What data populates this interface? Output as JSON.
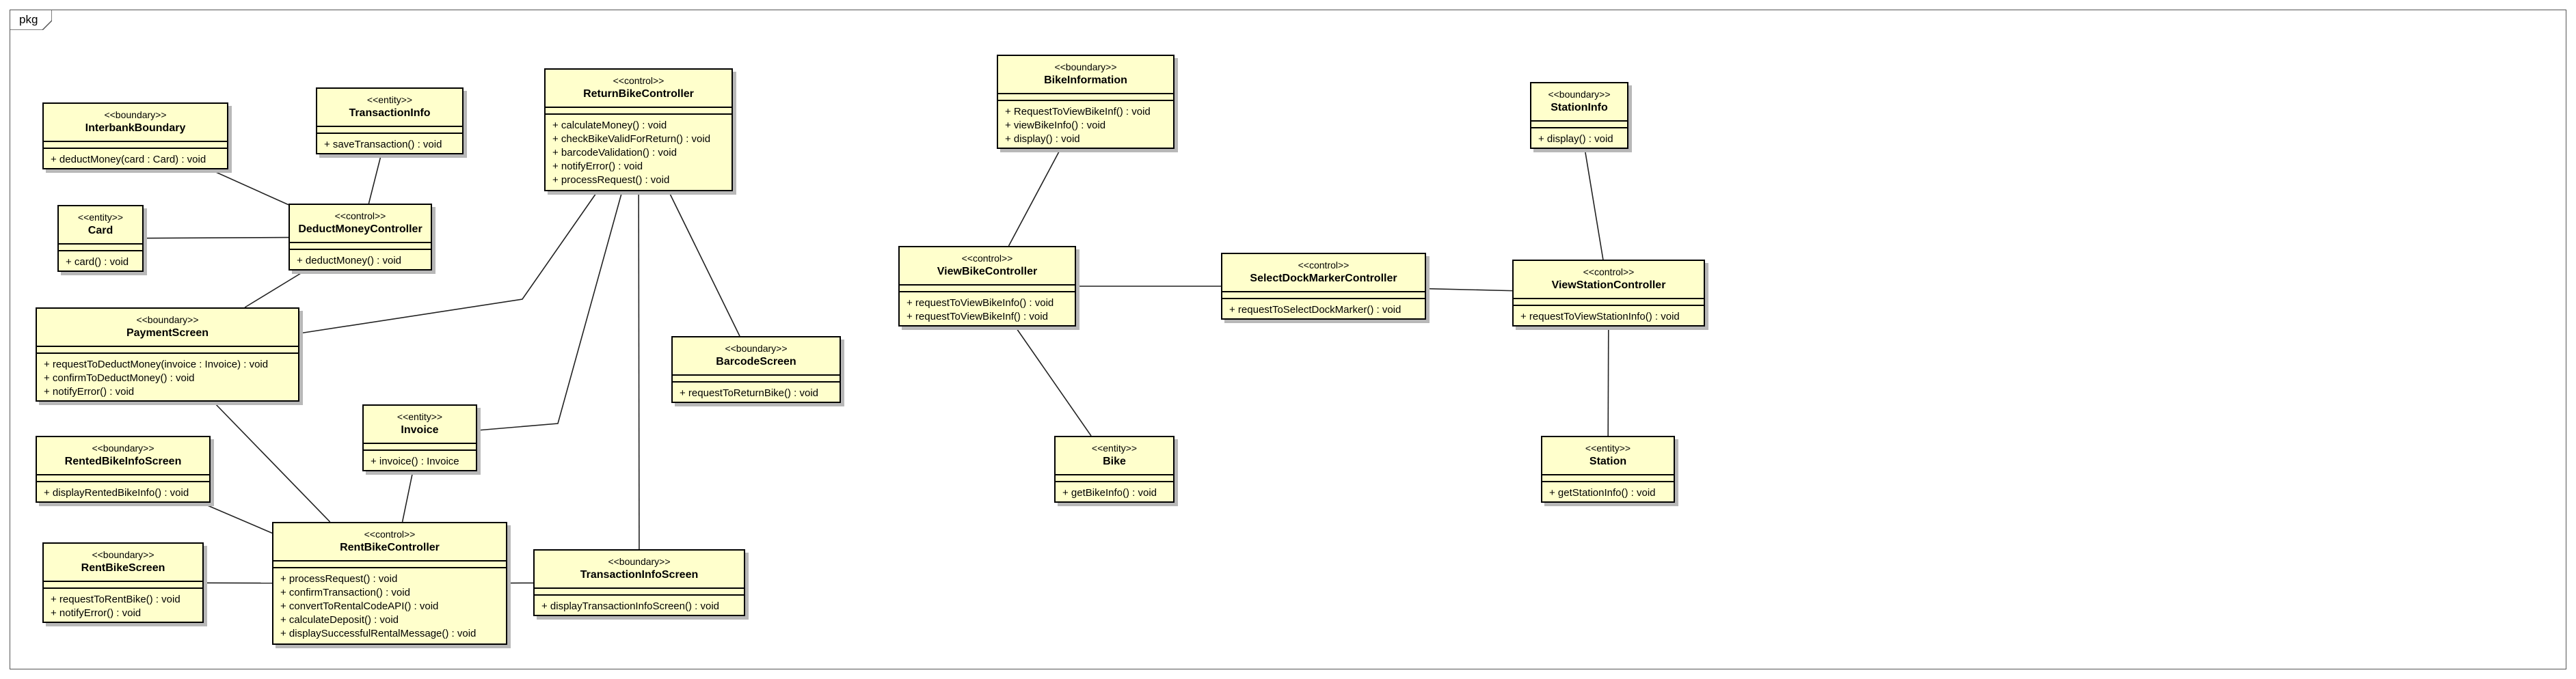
{
  "package_label": "pkg",
  "classes": {
    "interbank_boundary": {
      "stereotype": "<<boundary>>",
      "name": "InterbankBoundary",
      "operations": [
        "+ deductMoney(card : Card) : void"
      ]
    },
    "transaction_info": {
      "stereotype": "<<entity>>",
      "name": "TransactionInfo",
      "operations": [
        "+ saveTransaction() : void"
      ]
    },
    "return_bike_controller": {
      "stereotype": "<<control>>",
      "name": "ReturnBikeController",
      "operations": [
        "+ calculateMoney() : void",
        "+ checkBikeValidForReturn() : void",
        "+ barcodeValidation() : void",
        "+ notifyError() : void",
        "+ processRequest() : void"
      ]
    },
    "card": {
      "stereotype": "<<entity>>",
      "name": "Card",
      "operations": [
        "+ card() : void"
      ]
    },
    "deduct_money_controller": {
      "stereotype": "<<control>>",
      "name": "DeductMoneyController",
      "operations": [
        "+ deductMoney() : void"
      ]
    },
    "payment_screen": {
      "stereotype": "<<boundary>>",
      "name": "PaymentScreen",
      "operations": [
        "+ requestToDeductMoney(invoice : Invoice) : void",
        "+ confirmToDeductMoney() : void",
        "+ notifyError() : void"
      ]
    },
    "barcode_screen": {
      "stereotype": "<<boundary>>",
      "name": "BarcodeScreen",
      "operations": [
        "+ requestToReturnBike() : void"
      ]
    },
    "invoice": {
      "stereotype": "<<entity>>",
      "name": "Invoice",
      "operations": [
        "+ invoice() : Invoice"
      ]
    },
    "rented_bike_info_screen": {
      "stereotype": "<<boundary>>",
      "name": "RentedBikeInfoScreen",
      "operations": [
        "+ displayRentedBikeInfo() : void"
      ]
    },
    "rent_bike_screen": {
      "stereotype": "<<boundary>>",
      "name": "RentBikeScreen",
      "operations": [
        "+ requestToRentBike() : void",
        "+ notifyError() : void"
      ]
    },
    "rent_bike_controller": {
      "stereotype": "<<control>>",
      "name": "RentBikeController",
      "operations": [
        "+ processRequest() : void",
        "+ confirmTransaction() : void",
        "+ convertToRentalCodeAPI() : void",
        "+ calculateDeposit() : void",
        "+ displaySuccessfulRentalMessage() : void"
      ]
    },
    "transaction_info_screen": {
      "stereotype": "<<boundary>>",
      "name": "TransactionInfoScreen",
      "operations": [
        "+ displayTransactionInfoScreen() : void"
      ]
    },
    "bike_information": {
      "stereotype": "<<boundary>>",
      "name": "BikeInformation",
      "operations": [
        "+ RequestToViewBikeInf() : void",
        "+ viewBikeInfo() : void",
        "+ display() : void"
      ]
    },
    "view_bike_controller": {
      "stereotype": "<<control>>",
      "name": "ViewBikeController",
      "operations": [
        "+ requestToViewBikeInfo() : void",
        "+ requestToViewBikeInf() : void"
      ]
    },
    "bike": {
      "stereotype": "<<entity>>",
      "name": "Bike",
      "operations": [
        "+ getBikeInfo() : void"
      ]
    },
    "select_dock_marker_controller": {
      "stereotype": "<<control>>",
      "name": "SelectDockMarkerController",
      "operations": [
        "+ requestToSelectDockMarker() : void"
      ]
    },
    "station_info": {
      "stereotype": "<<boundary>>",
      "name": "StationInfo",
      "operations": [
        "+ display() : void"
      ]
    },
    "view_station_controller": {
      "stereotype": "<<control>>",
      "name": "ViewStationController",
      "operations": [
        "+ requestToViewStationInfo() : void"
      ]
    },
    "station": {
      "stereotype": "<<entity>>",
      "name": "Station",
      "operations": [
        "+ getStationInfo() : void"
      ]
    }
  },
  "associations": [
    [
      "interbank_boundary",
      "deduct_money_controller"
    ],
    [
      "transaction_info",
      "deduct_money_controller"
    ],
    [
      "card",
      "deduct_money_controller"
    ],
    [
      "deduct_money_controller",
      "payment_screen"
    ],
    [
      "return_bike_controller",
      "payment_screen"
    ],
    [
      "return_bike_controller",
      "invoice"
    ],
    [
      "return_bike_controller",
      "transaction_info_screen"
    ],
    [
      "return_bike_controller",
      "barcode_screen"
    ],
    [
      "payment_screen",
      "rent_bike_controller"
    ],
    [
      "invoice",
      "rent_bike_controller"
    ],
    [
      "rented_bike_info_screen",
      "rent_bike_controller"
    ],
    [
      "rent_bike_screen",
      "rent_bike_controller"
    ],
    [
      "rent_bike_controller",
      "transaction_info_screen"
    ],
    [
      "bike_information",
      "view_bike_controller"
    ],
    [
      "view_bike_controller",
      "bike"
    ],
    [
      "view_bike_controller",
      "select_dock_marker_controller"
    ],
    [
      "select_dock_marker_controller",
      "view_station_controller"
    ],
    [
      "station_info",
      "view_station_controller"
    ],
    [
      "view_station_controller",
      "station"
    ]
  ]
}
